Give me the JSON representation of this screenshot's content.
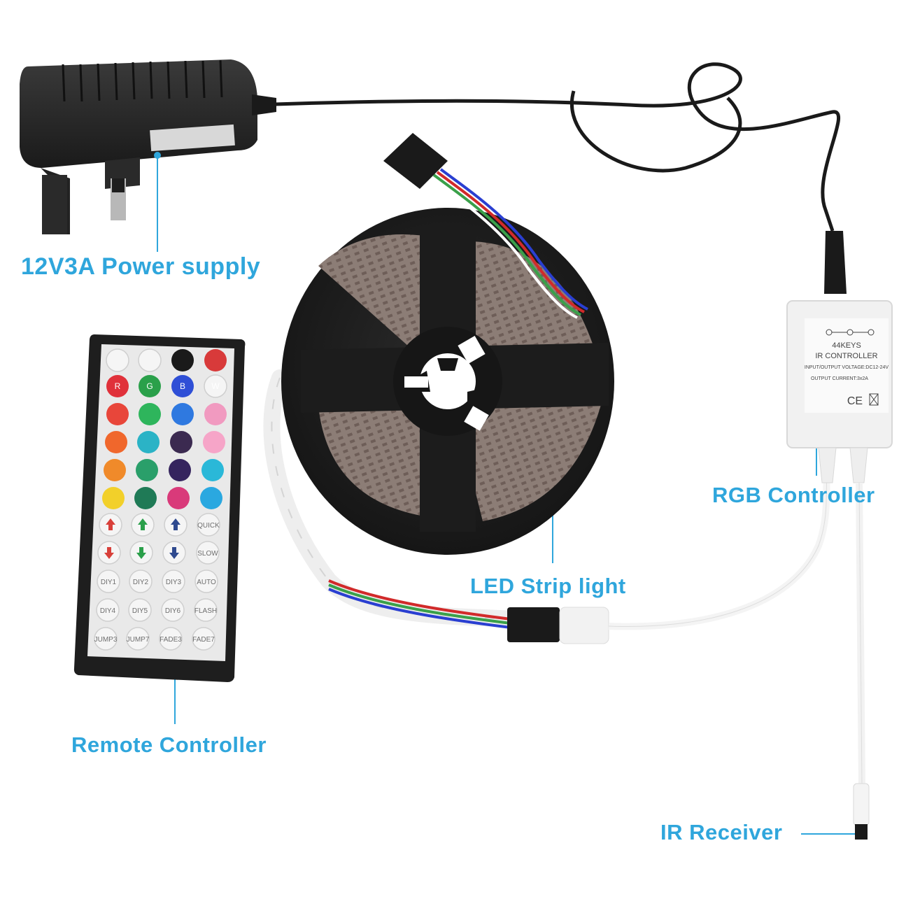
{
  "labels": {
    "power_supply": "12V3A Power supply",
    "rgb_controller": "RGB Controller",
    "led_strip": "LED Strip light",
    "remote_controller": "Remote Controller",
    "ir_receiver": "IR Receiver"
  },
  "controller_box": {
    "keys": "44KEYS",
    "name": "IR CONTROLLER",
    "voltage": "INPUT/OUTPUT VOLTAGE:DC12-24V",
    "current": "OUTPUT CURRENT:3x2A",
    "ce": "CE"
  },
  "remote": {
    "rgbw": [
      "R",
      "G",
      "B",
      "W"
    ],
    "quick": "QUICK",
    "slow": "SLOW",
    "diy": [
      "DIY1",
      "DIY2",
      "DIY3",
      "DIY4",
      "DIY5",
      "DIY6"
    ],
    "auto": "AUTO",
    "flash": "FLASH",
    "bottom": [
      "JUMP3",
      "JUMP7",
      "FADE3",
      "FADE7"
    ]
  },
  "colors": {
    "accent": "#2fa6dc",
    "cable": "#1a1a1a",
    "reel": "#1e1e1e",
    "strip": "#8a7b74"
  },
  "icons": [
    "brightness-up-icon",
    "brightness-down-icon",
    "play-pause-icon",
    "power-icon",
    "arrow-up-icon",
    "arrow-down-icon"
  ]
}
